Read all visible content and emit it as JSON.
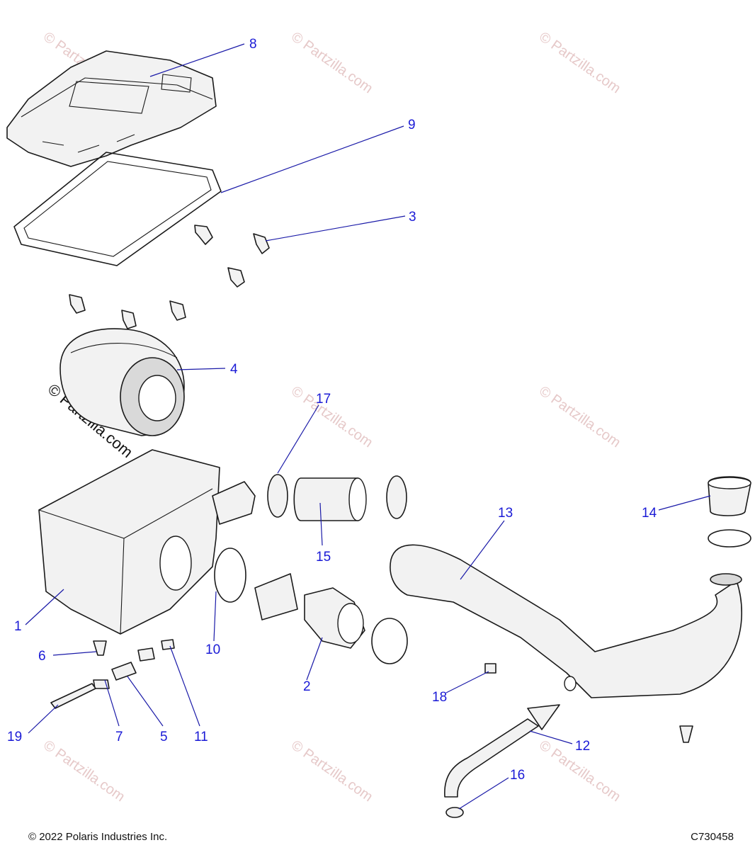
{
  "footer": {
    "copyright": "© 2022 Polaris Industries Inc.",
    "drawing_number": "C730458"
  },
  "watermark_text": "© Partzilla.com",
  "callouts": {
    "c1": "1",
    "c2": "2",
    "c3": "3",
    "c4": "4",
    "c5": "5",
    "c6": "6",
    "c7": "7",
    "c8": "8",
    "c9": "9",
    "c10": "10",
    "c11": "11",
    "c12": "12",
    "c13": "13",
    "c14": "14",
    "c15": "15",
    "c16": "16",
    "c17": "17",
    "c18": "18",
    "c19": "19"
  },
  "colors": {
    "callout": "#1a1ad6",
    "leader": "#1a1aa8",
    "watermark": "#e6c9c9",
    "part_fill": "#f2f2f2",
    "outline": "#1a1a1a"
  }
}
